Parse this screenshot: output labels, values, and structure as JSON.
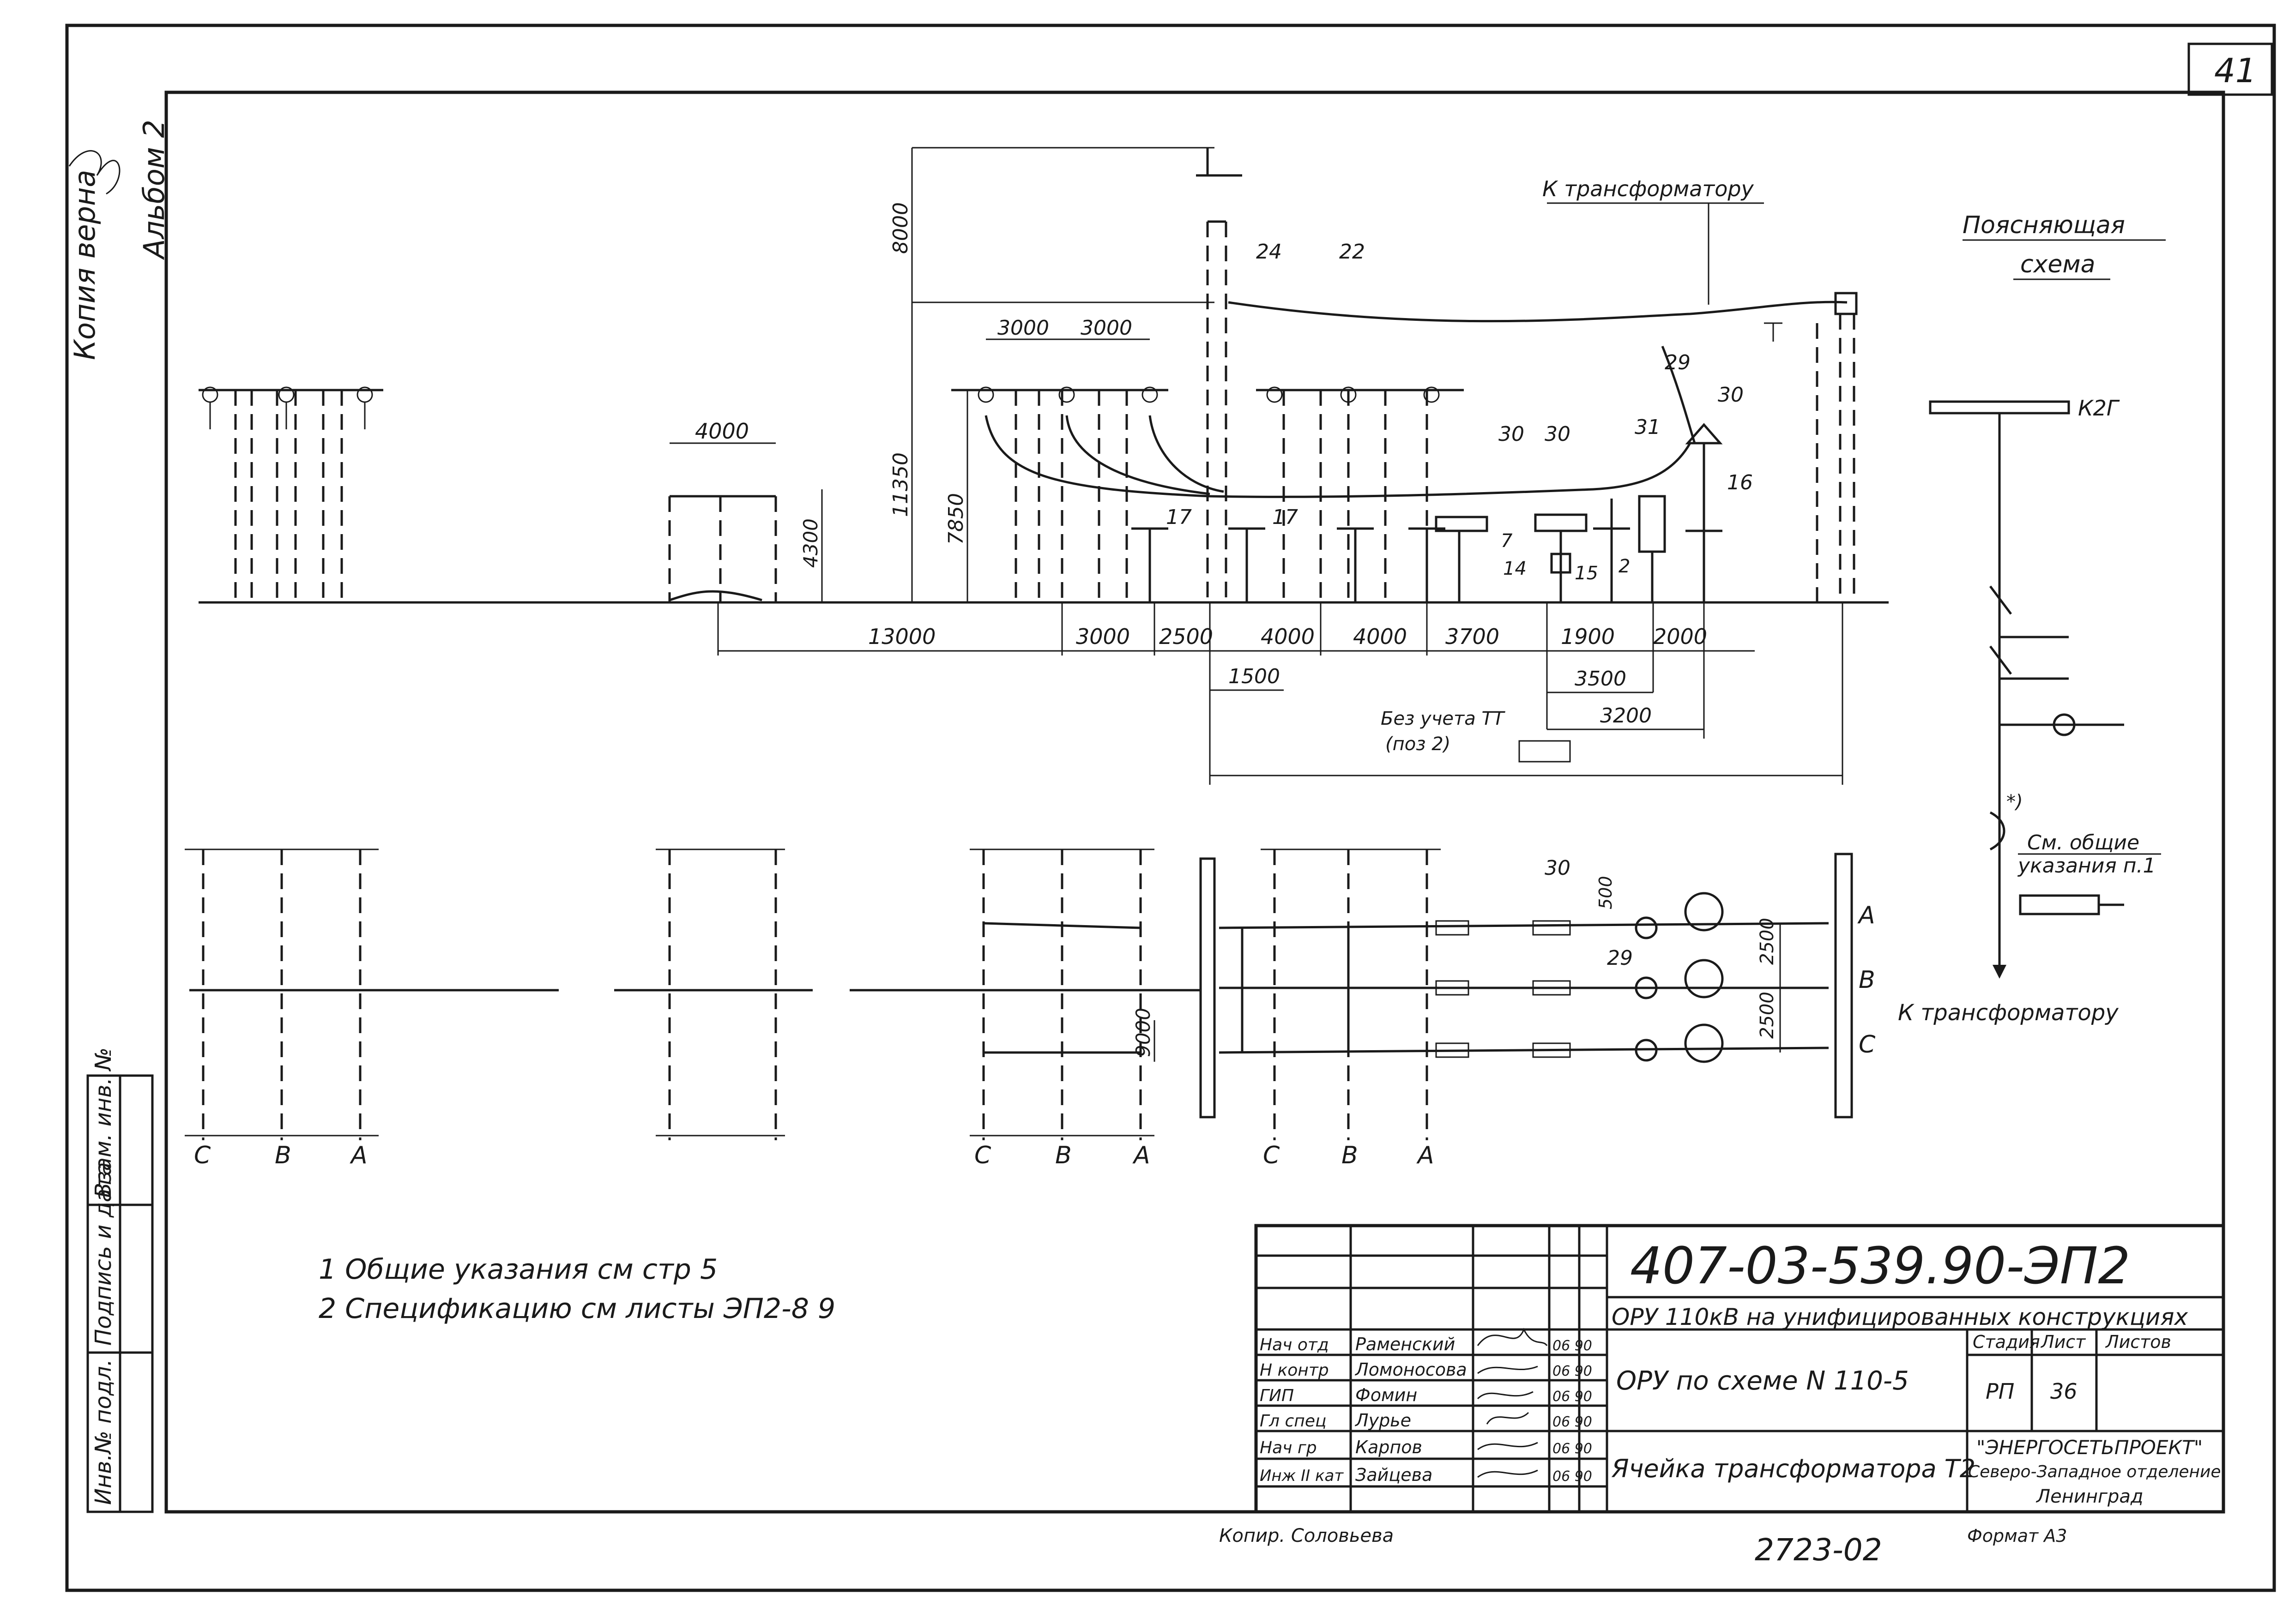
{
  "page": {
    "sheet_corner_number": "41",
    "margin_stamps": {
      "copy_verified": "Копия верна",
      "album": "Альбом 2"
    },
    "left_strip_labels": [
      "Инв.№ подл.",
      "Подпись и дата",
      "Взам. инв. №"
    ]
  },
  "elevation_view": {
    "labels": {
      "to_transformer_top": "К трансформатору",
      "key_24": "24",
      "key_22": "22",
      "key_29": "29",
      "key_30a": "30",
      "key_30b": "30",
      "key_30c": "30",
      "key_31": "31",
      "key_16": "16",
      "key_17a": "17",
      "key_17b": "17",
      "key_7": "7",
      "key_14": "14",
      "key_15": "15",
      "key_2": "2"
    },
    "dimensions": {
      "height_8000": "8000",
      "height_11350": "11350",
      "height_7850": "7850",
      "height_4300": "4300",
      "width_4000_top": "4000",
      "spacing_3000_a": "3000",
      "spacing_3000_b": "3000",
      "bottom_chain": [
        "13000",
        "3000",
        "2500",
        "4000",
        "4000",
        "3700",
        "1900",
        "2000"
      ],
      "dim_1500": "1500",
      "dim_3500": "3500",
      "dim_3200": "3200",
      "note_without_ct": "Без учета ТТ",
      "note_pos2": "(поз 2)"
    }
  },
  "plan_view": {
    "phase_labels_1": [
      "C",
      "B",
      "A"
    ],
    "phase_labels_2": [
      "C",
      "B",
      "A"
    ],
    "phase_labels_3": [
      "C",
      "B",
      "A"
    ],
    "right_phases": [
      "A",
      "B",
      "C"
    ],
    "dim_9000": "9000",
    "dim_2500": "2500",
    "dim_2500b": "2500",
    "dim_500": "500",
    "key_30": "30",
    "key_29": "29",
    "to_transformer": "К трансформатору"
  },
  "explanatory_scheme": {
    "title_line1": "Поясняющая",
    "title_line2": "схема",
    "busbar_label": "К2Г",
    "note_line1": "См. общие",
    "note_line2": "указания п.1",
    "note_marker": "*)"
  },
  "notes": {
    "line1": "1 Общие указания см стр 5",
    "line2": "2 Спецификацию см листы ЭП2-8 9"
  },
  "title_block": {
    "document_code": "407-03-539.90-ЭП2",
    "project_title": "ОРУ 110кВ на унифицированных конструкциях",
    "scheme_title": "ОРУ по схеме N 110-5",
    "drawing_title": "Ячейка трансформатора Т2",
    "organization_line1": "\"ЭНЕРГОСЕТЬПРОЕКТ\"",
    "organization_line2": "Северо-Западное отделение",
    "organization_line3": "Ленинград",
    "stage_header": "Стадия",
    "sheet_header": "Лист",
    "sheets_header": "Листов",
    "stage_value": "РП",
    "sheet_value": "36",
    "signatures": [
      {
        "role": "Нач отд",
        "name": "Раменский",
        "date": "06 90"
      },
      {
        "role": "Н контр",
        "name": "Ломоносова",
        "date": "06 90"
      },
      {
        "role": "ГИП",
        "name": "Фомин",
        "date": "06 90"
      },
      {
        "role": "Гл спец",
        "name": "Лурье",
        "date": "06 90"
      },
      {
        "role": "Нач гр",
        "name": "Карпов",
        "date": "06 90"
      },
      {
        "role": "Инж II кат",
        "name": "Зайцева",
        "date": "06 90"
      }
    ],
    "copied_by": "Копир. Соловьева",
    "inventory_number": "2723-02",
    "format": "Формат А3"
  }
}
